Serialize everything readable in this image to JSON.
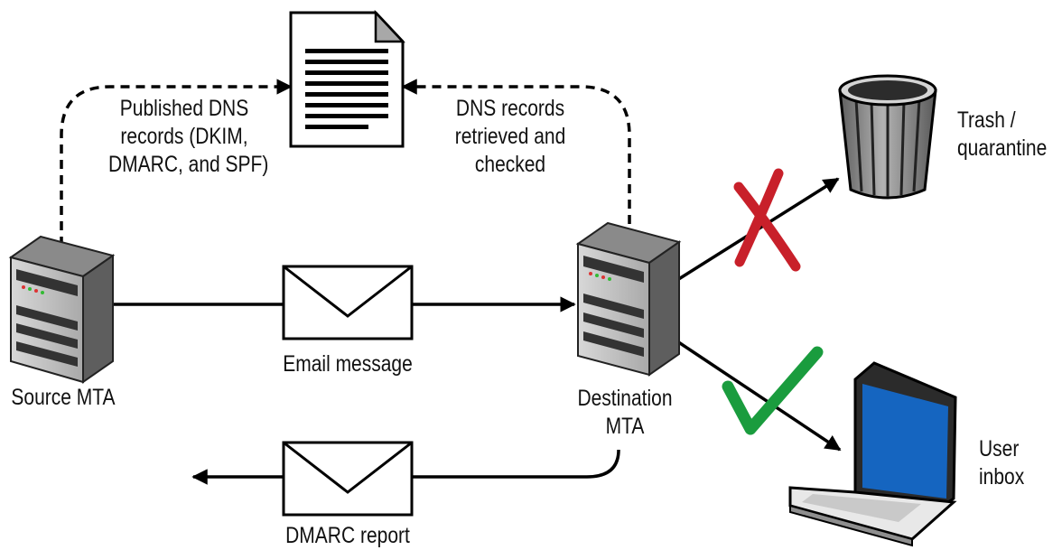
{
  "nodes": {
    "source_mta": "Source MTA",
    "destination_mta": [
      "Destination",
      "MTA"
    ],
    "trash": [
      "Trash /",
      "quarantine"
    ],
    "user_inbox": [
      "User",
      "inbox"
    ]
  },
  "edges": {
    "published_dns": [
      "Published DNS",
      "records (DKIM,",
      "DMARC, and SPF)"
    ],
    "dns_retrieved": [
      "DNS records",
      "retrieved and",
      "checked"
    ],
    "email_message": "Email message",
    "dmarc_report": "DMARC report"
  },
  "colors": {
    "line": "#000000",
    "fail_mark": "#c8202a",
    "pass_mark": "#1a9c3e",
    "screen": "#1565c0",
    "server_body": "#707070",
    "server_front": "#bdbdbd"
  },
  "icons": {
    "dns_document": "document-icon",
    "source_server": "server-icon",
    "destination_server": "server-icon",
    "trash_can": "trash-can-icon",
    "laptop": "laptop-icon",
    "envelope": "envelope-icon",
    "fail": "x-mark-icon",
    "pass": "check-mark-icon"
  }
}
